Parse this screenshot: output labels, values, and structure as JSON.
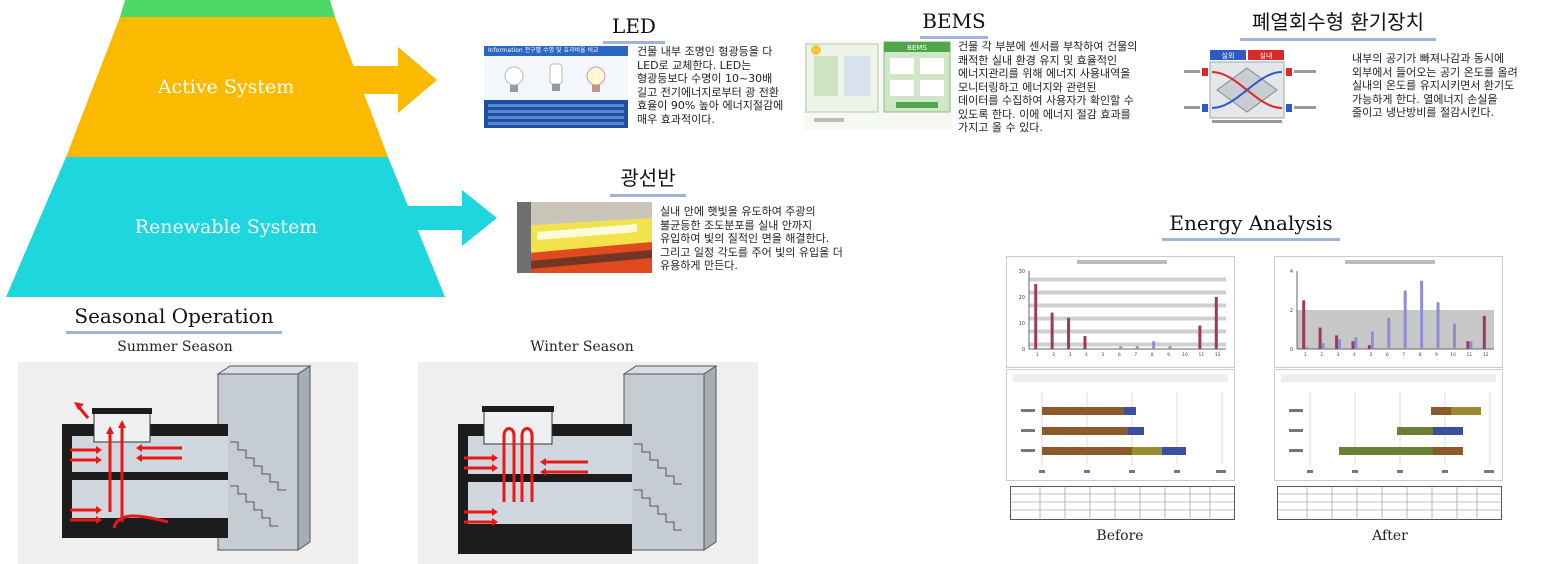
{
  "pyramid": {
    "top_color": "#4cd964",
    "active": {
      "label": "Active System",
      "color": "#fbb900"
    },
    "renewable": {
      "label": "Renewable System",
      "color": "#1dd6de"
    },
    "arrow_color": "#fbb900",
    "arrow2_color": "#1dd6de"
  },
  "led": {
    "title": "LED",
    "lines": [
      "건물 내부 조명인 형광등을 다",
      "LED로 교체한다. LED는",
      "형광등보다 수명이 10~30배",
      "길고 전기에너지로부터 광 전환",
      "효율이 90% 높아 에너지절감에",
      "매우 효과적이다."
    ],
    "thumb_header": "Information   전구별 수명 및 효과비율 비교"
  },
  "bems": {
    "title": "BEMS",
    "lines": [
      "건물 각 부분에 센서를 부착하여 건물의",
      "쾌적한 실내 환경 유지 및 효율적인",
      "에너지관리를 위해 에너지 사용내역을",
      "모니터링하고 에너지와 관련된",
      "데이터를 수집하여 사용자가 확인할 수",
      "있도록 한다. 이에 에너지 절감 효과를",
      "가지고 올 수 있다."
    ],
    "thumb_label": "BEMS"
  },
  "ventilation": {
    "title": "폐열회수형 환기장치",
    "lines": [
      "내부의 공기가 빠져나감과 동시에",
      "외부에서 들어오는 공기 온도를 올려",
      "실내의 온도를 유지시키면서 환기도",
      "가능하게 한다. 열에너지 손실을",
      "줄이고 냉난방비를 절감시킨다."
    ],
    "tag_in": "실외",
    "tag_out": "실내"
  },
  "lightshelf": {
    "title": "광선반",
    "lines": [
      "실내 안에 햇빛을 유도하여 주광의",
      "불균등한 조도분포를 실내 안까지",
      "유입하여 빛의 질적인 면을 해결한다.",
      "그리고 일정 각도를 주어 빛의 유입을 더",
      "유용하게 만든다."
    ]
  },
  "energy": {
    "title": "Energy Analysis",
    "before_label": "Before",
    "after_label": "After"
  },
  "seasonal": {
    "title": "Seasonal Operation",
    "summer_label": "Summer Season",
    "winter_label": "Winter Season"
  },
  "chart_data": [
    {
      "type": "bar",
      "name": "before-monthly",
      "categories": [
        "1",
        "2",
        "3",
        "4",
        "5",
        "6",
        "7",
        "8",
        "9",
        "10",
        "11",
        "12"
      ],
      "series": [
        {
          "values": [
            25,
            14,
            12,
            5,
            0,
            0,
            0,
            0,
            0,
            0,
            9,
            20
          ]
        },
        {
          "values": [
            0,
            0,
            0,
            0,
            0,
            1,
            1,
            3,
            1,
            0,
            0,
            0
          ]
        }
      ],
      "ylim": [
        0,
        30
      ],
      "yticks": [
        "0",
        "10",
        "20",
        "30"
      ]
    },
    {
      "type": "bar",
      "name": "after-monthly",
      "categories": [
        "1",
        "2",
        "3",
        "4",
        "5",
        "6",
        "7",
        "8",
        "9",
        "10",
        "11",
        "12"
      ],
      "series": [
        {
          "values": [
            2.5,
            1.1,
            0.7,
            0.4,
            0.2,
            0,
            0,
            0,
            0,
            0,
            0.4,
            1.7
          ]
        },
        {
          "values": [
            0.1,
            0.3,
            0.5,
            0.6,
            0.9,
            1.6,
            3.0,
            3.5,
            2.4,
            1.3,
            0.4,
            0
          ]
        }
      ],
      "ylim": [
        0,
        4
      ],
      "yticks": [
        "0",
        "2",
        "4"
      ]
    }
  ],
  "colors": {
    "bar_red": "#a0395e",
    "bar_blue": "#8a8fd6",
    "seg_brown": "#8b5a2b",
    "seg_green": "#6b7f35",
    "seg_blue": "#3a4fa0",
    "seg_olive": "#9a8a30",
    "arrow_red": "#e81818"
  }
}
